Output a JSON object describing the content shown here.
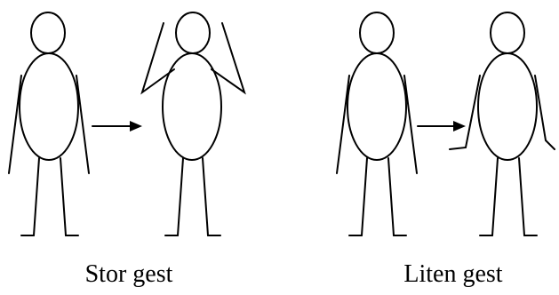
{
  "captions": {
    "left": "Stor gest",
    "right": "Liten gest"
  },
  "colors": {
    "stroke": "#000000",
    "background": "#ffffff"
  },
  "figures": [
    {
      "name": "figure-left-neutral",
      "arms": "down"
    },
    {
      "name": "figure-left-gesture",
      "arms": "raised-high"
    },
    {
      "name": "figure-right-neutral",
      "arms": "down"
    },
    {
      "name": "figure-right-gesture",
      "arms": "small-outward"
    }
  ],
  "arrows": [
    {
      "name": "arrow-left-transition"
    },
    {
      "name": "arrow-right-transition"
    }
  ]
}
